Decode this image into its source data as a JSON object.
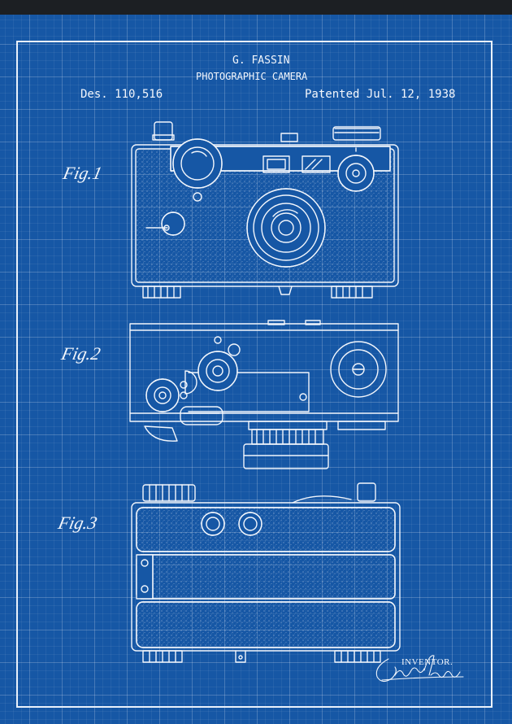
{
  "patent": {
    "inventor_name": "G. FASSIN",
    "title": "PHOTOGRAPHIC CAMERA",
    "design_number": "Des. 110,516",
    "patent_date": "Patented Jul. 12, 1938",
    "figures": [
      {
        "label": "Fig.1"
      },
      {
        "label": "Fig.2"
      },
      {
        "label": "Fig.3"
      }
    ],
    "inventor_label": "INVENTOR."
  },
  "colors": {
    "blueprint": "#1657a5",
    "line": "#f2f6fc",
    "topbar": "#1c1f23"
  },
  "icons": {
    "signature": "signature-icon"
  }
}
